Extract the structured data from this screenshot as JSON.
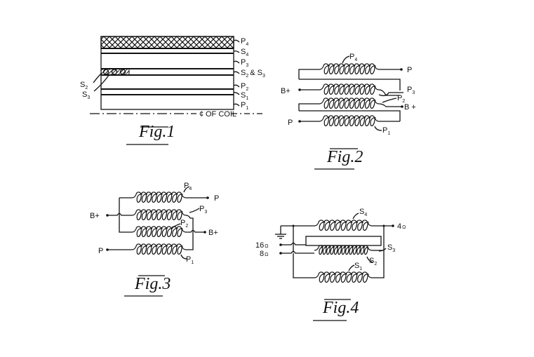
{
  "page": {
    "background": "#ffffff",
    "ink": "#111111"
  },
  "fig1": {
    "caption": "Fig.1",
    "layers_top_to_bottom": [
      "P4",
      "S4",
      "P3",
      "S2 & S3",
      "P2",
      "S1",
      "P1"
    ],
    "labels": {
      "p4": "P",
      "p4_sub": "4",
      "s4": "S",
      "s4_sub": "4",
      "p3": "P",
      "p3_sub": "3",
      "s2s3": "S",
      "s2s3_sub": "2",
      "s2s3_amp": "& S",
      "s2s3_sub2": "3",
      "p2": "P",
      "p2_sub": "2",
      "s1": "S",
      "s1_sub": "1",
      "p1": "P",
      "p1_sub": "1",
      "s2_left": "S",
      "s2_left_sub": "2",
      "s3_left": "S",
      "s3_left_sub": "3"
    },
    "centerline_label": "OF COIL",
    "centerline_symbol": "¢"
  },
  "fig2": {
    "caption": "Fig.2",
    "labels": {
      "p4": "P",
      "p4_sub": "4",
      "p_top": "P",
      "b_plus_left": "B+",
      "p3": "P",
      "p3_sub": "3",
      "p2": "P",
      "p2_sub": "2",
      "b_plus_right": "B +",
      "p_bottom": "P",
      "p1": "P",
      "p1_sub": "1"
    }
  },
  "fig3": {
    "caption": "Fig.3",
    "labels": {
      "p4": "P",
      "p4_sub": "4",
      "p_top": "P",
      "b_plus_left": "B+",
      "p3": "P",
      "p3_sub": "3",
      "p2": "P",
      "p2_sub": "2",
      "b_plus_right": "B+",
      "p_bottom": "P",
      "p1": "P",
      "p1_sub": "1"
    }
  },
  "fig4": {
    "caption": "Fig.4",
    "labels": {
      "s4": "S",
      "s4_sub": "4",
      "out_4": "4",
      "ohm": "Ω",
      "in_16": "16",
      "in_8": "8",
      "s3": "S",
      "s3_sub": "3",
      "s2": "S",
      "s2_sub": "2",
      "s1": "S",
      "s1_sub": "1"
    },
    "ground_symbol": "ground"
  }
}
